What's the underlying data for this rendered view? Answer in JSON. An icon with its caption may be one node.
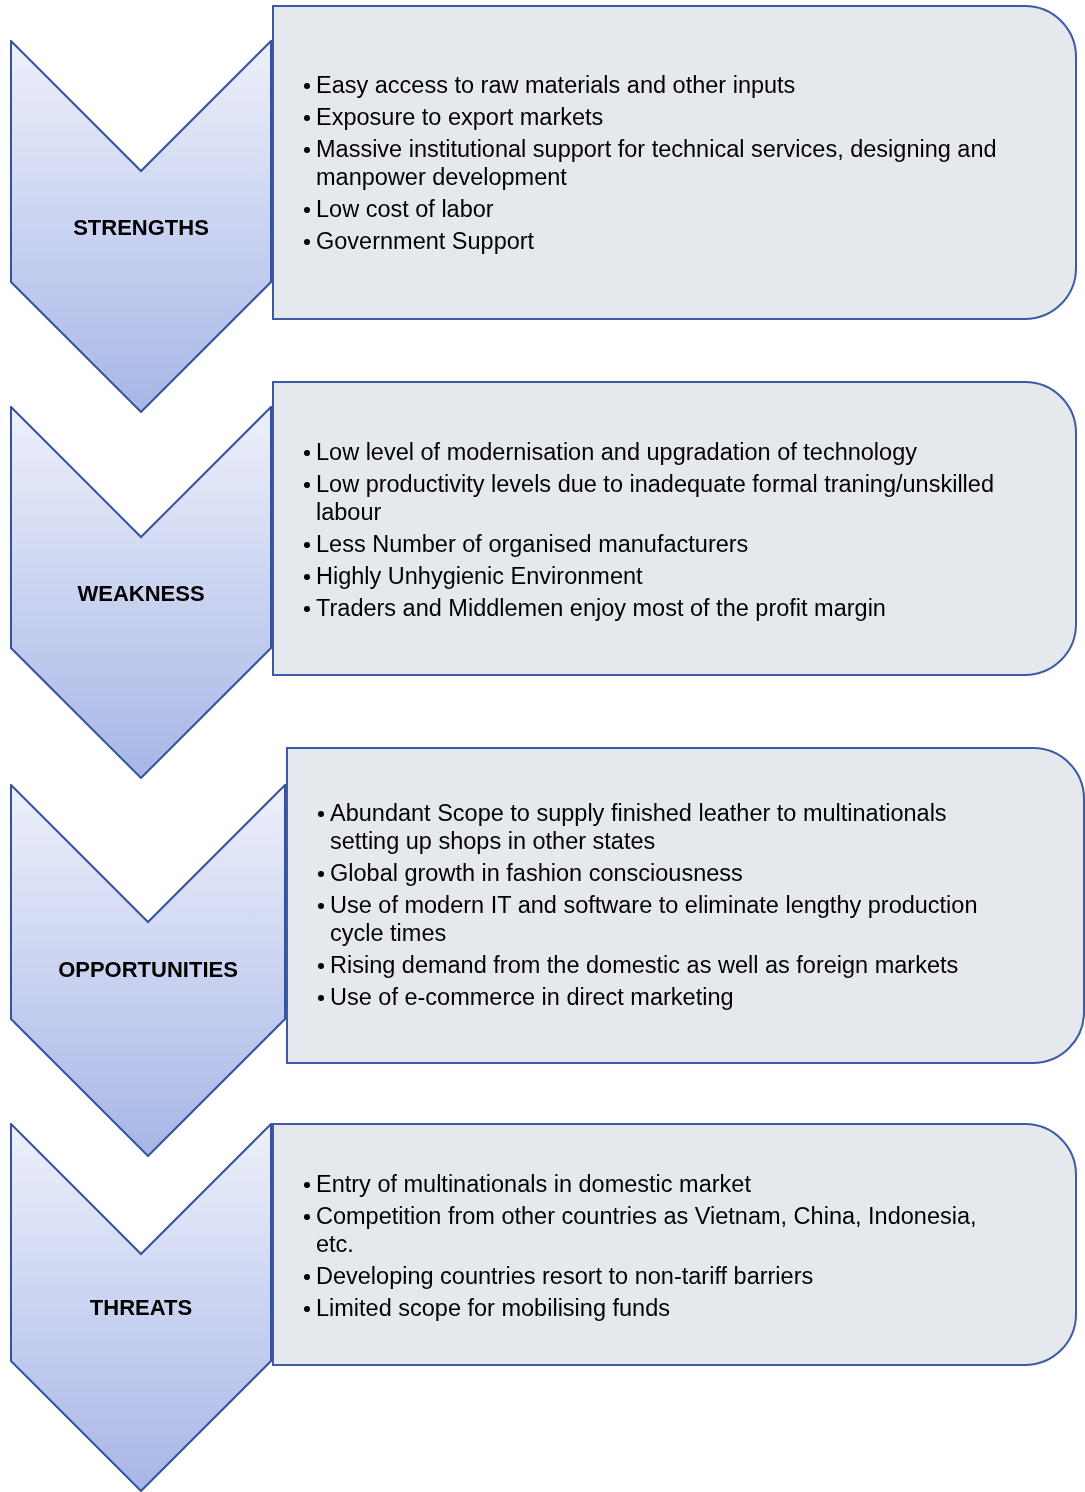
{
  "diagram": {
    "nodes": [
      {
        "text": [
          "STRENGTHS"
        ]
      },
      {
        "text": [
          "Easy access to raw materials and other inputs",
          "Exposure to export markets",
          "Massive institutional support for technical services, designing and manpower development",
          "Low cost of labor",
          "Government Support"
        ]
      },
      {
        "text": [
          "WEAKNESS"
        ]
      },
      {
        "text": [
          "Low level of modernisation and upgradation of technology",
          "Low productivity levels due to inadequate formal traning/unskilled labour",
          "Less Number of organised manufacturers",
          "Highly Unhygienic Environment",
          "Traders and Middlemen enjoy most of the profit margin"
        ]
      },
      {
        "text": [
          "OPPORTUNITIES"
        ]
      },
      {
        "text": [
          "Abundant Scope to supply finished leather to multinationals setting up shops in other states",
          "Global growth in fashion consciousness",
          "Use of modern IT and software to eliminate lengthy production cycle times",
          "Rising demand from the domestic as well as  foreign markets",
          "Use of e-commerce in direct marketing"
        ]
      },
      {
        "text": [
          "THREATS"
        ]
      },
      {
        "text": [
          "Entry of multinationals in domestic market",
          "Competition from other countries as Vietnam, China, Indonesia, etc.",
          "Developing countries resort to non-tariff barriers",
          "Limited scope for mobilising funds"
        ]
      }
    ],
    "edges": []
  }
}
